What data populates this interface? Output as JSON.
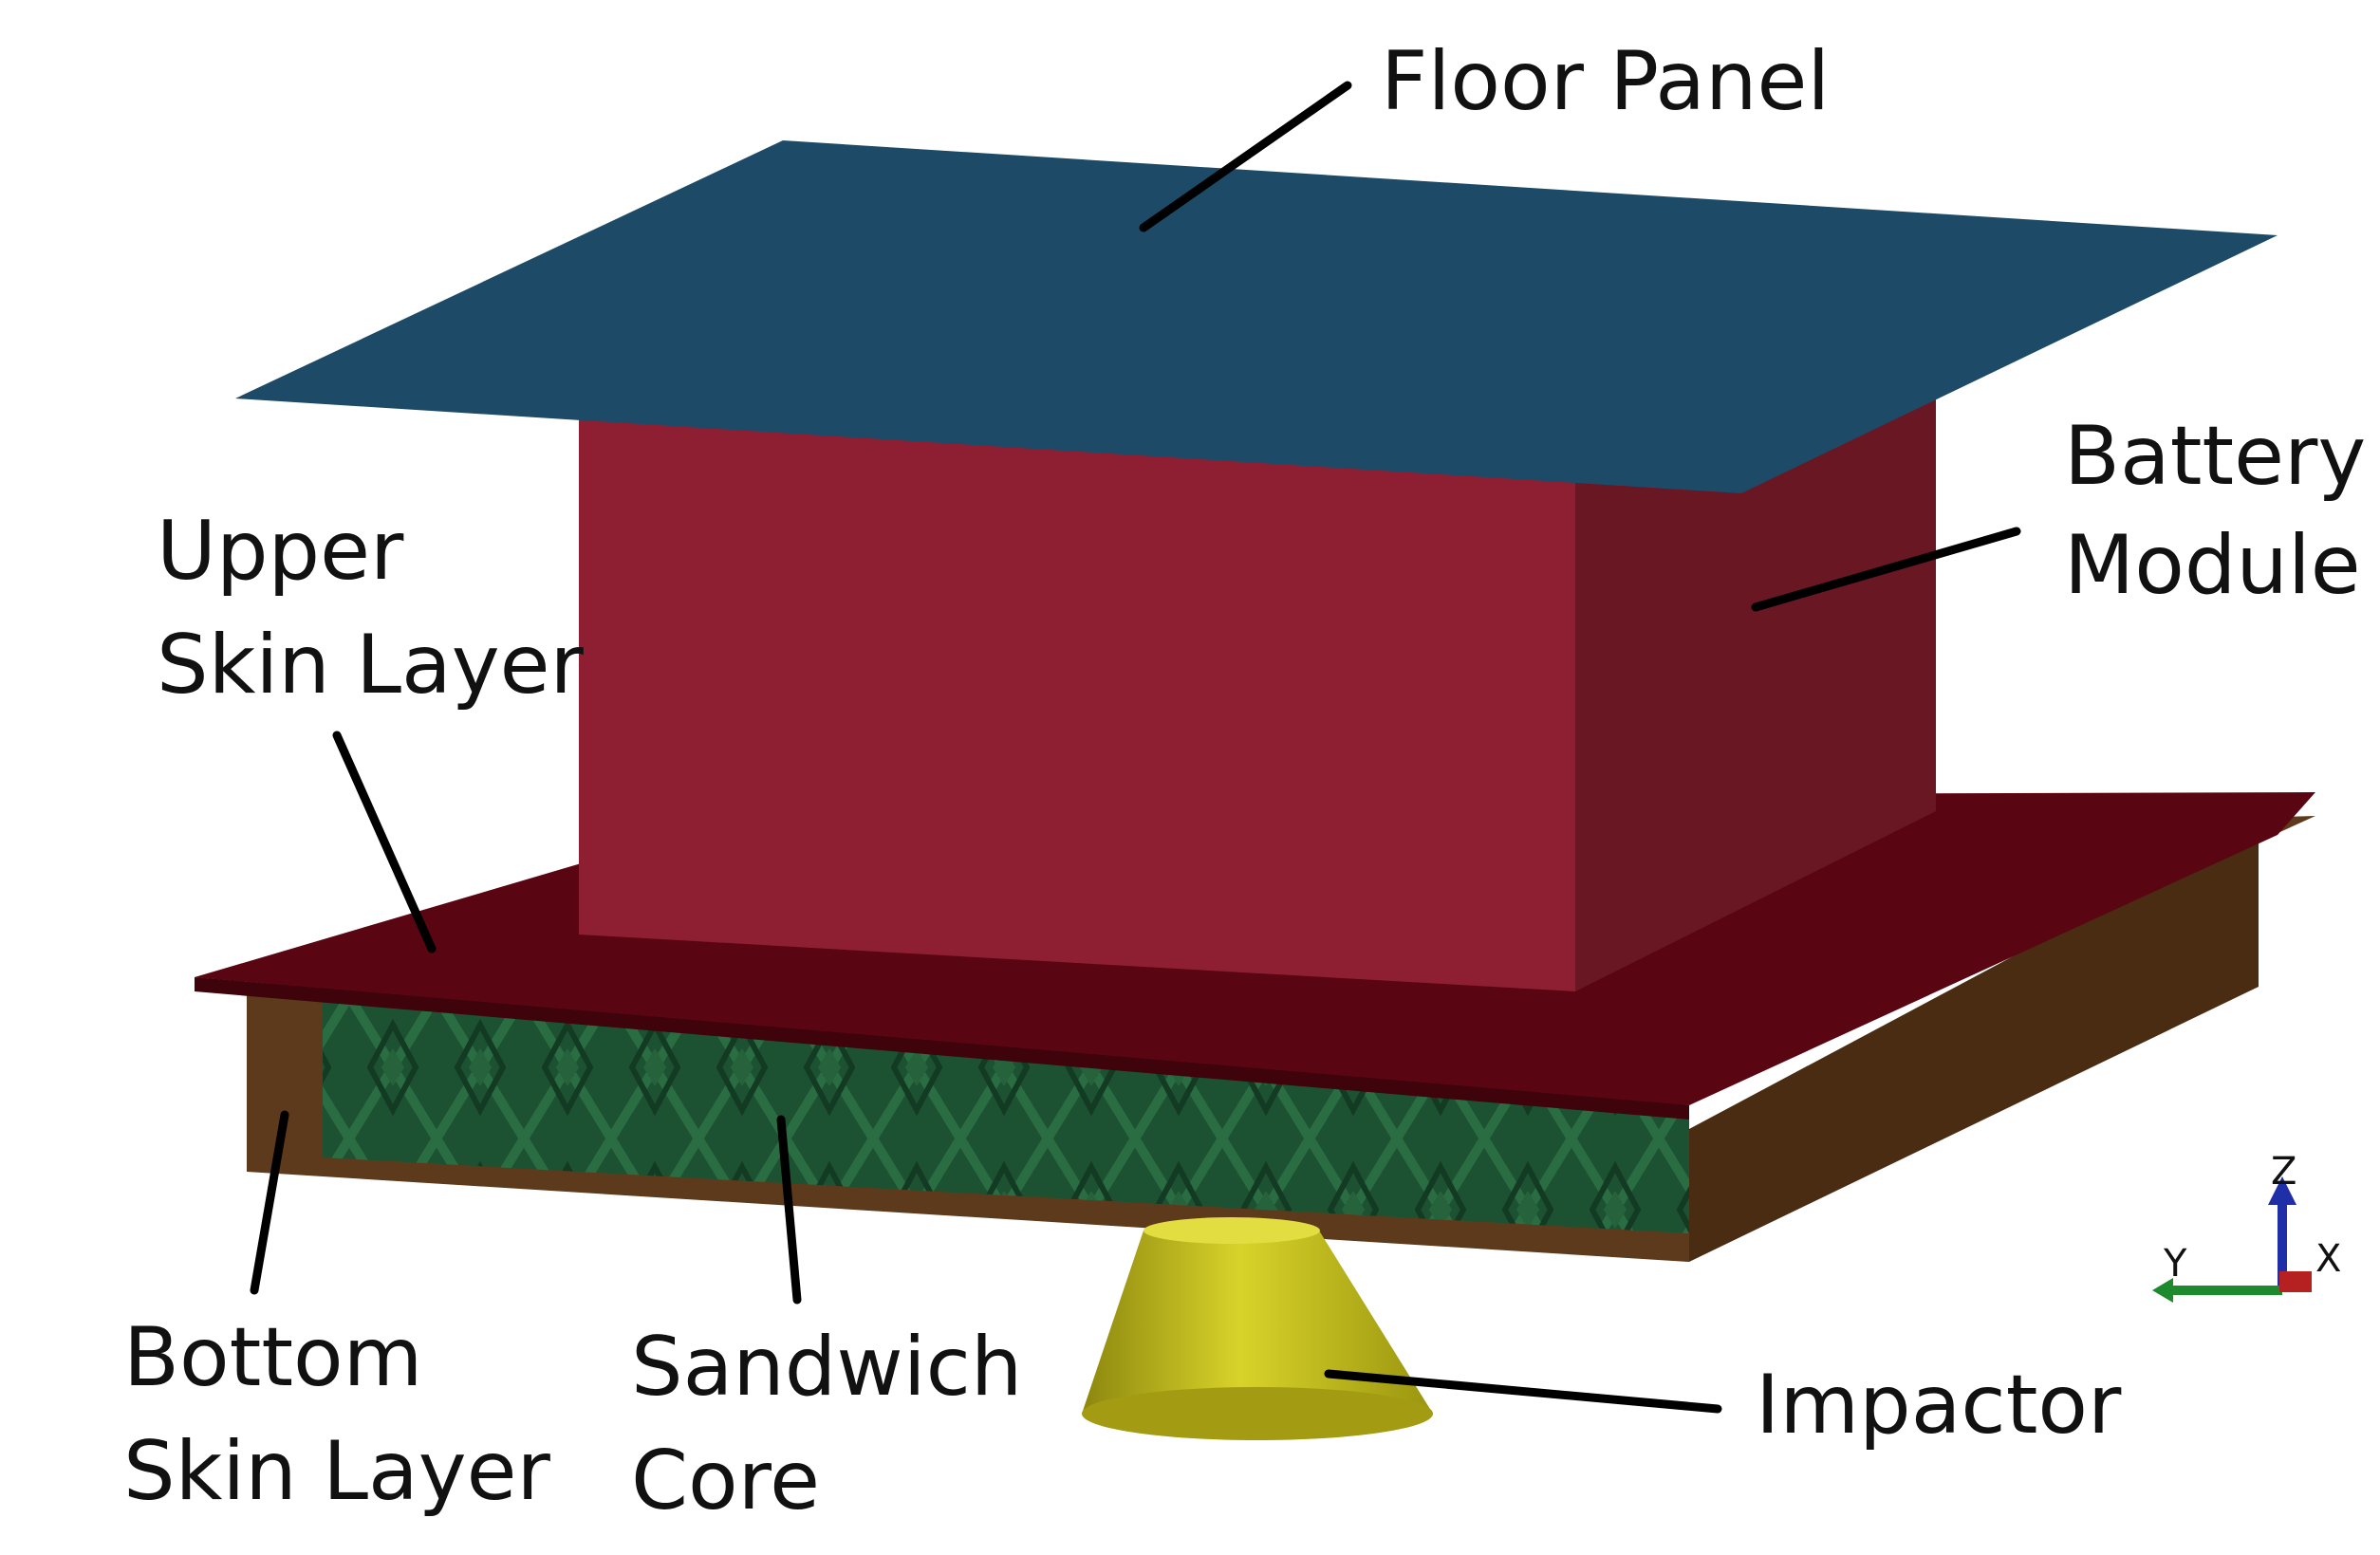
{
  "labels": {
    "floor_panel": "Floor Panel",
    "battery_module_line1": "Battery",
    "battery_module_line2": "Module",
    "upper_skin_line1": "Upper",
    "upper_skin_line2": "Skin Layer",
    "bottom_skin_line1": "Bottom",
    "bottom_skin_line2": "Skin Layer",
    "sandwich_core_line1": "Sandwich",
    "sandwich_core_line2": "Core",
    "impactor": "Impactor"
  },
  "axes": {
    "z": "Z",
    "y": "Y",
    "x": "X"
  },
  "colors": {
    "floor_panel": "#1d4a66",
    "battery_front": "#8e1f32",
    "battery_side": "#6a1724",
    "upper_skin": "#5a0612",
    "bottom_skin": "#5e3a1c",
    "sandwich_core": "#1f5a36",
    "impactor": "#c9c41a",
    "axis_z": "#1f2fa8",
    "axis_y": "#1e8a2e",
    "axis_x": "#b52020"
  }
}
